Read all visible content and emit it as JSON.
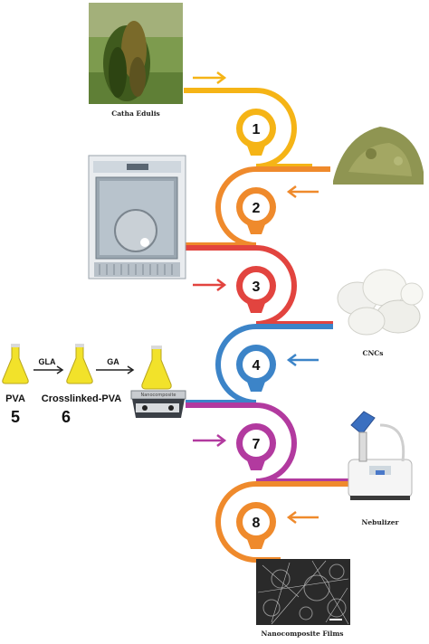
{
  "labels": {
    "catha": "Catha Edulis",
    "cncs": "CNCs",
    "nebulizer": "Nebulizer",
    "films": "Nanocomposite Films",
    "plate_text": "Nanocomposite"
  },
  "flasks": {
    "pva": "PVA",
    "pva_num": "5",
    "crosslinked": "Crosslinked-PVA",
    "crosslinked_num": "6",
    "arrow1": "GLA",
    "arrow2": "GA"
  },
  "steps": [
    {
      "num": "1",
      "color": "#f5b416"
    },
    {
      "num": "2",
      "color": "#ef8a2c"
    },
    {
      "num": "3",
      "color": "#e2443f"
    },
    {
      "num": "4",
      "color": "#3c84c8"
    },
    {
      "num": "7",
      "color": "#b23a9f"
    },
    {
      "num": "8",
      "color": "#ef8a2c"
    }
  ]
}
